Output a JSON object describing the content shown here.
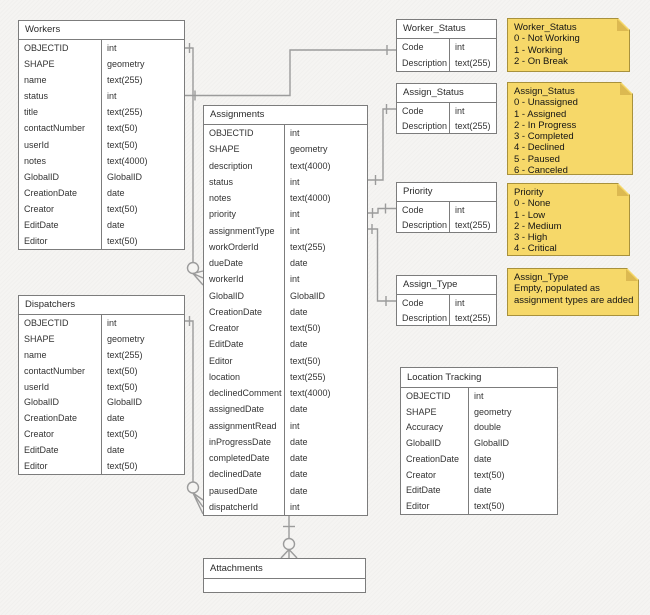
{
  "colors": {
    "background": "#f5f4f2",
    "table_fill": "#ffffff",
    "table_border": "#7c7c7c",
    "connector": "#9b9b9b",
    "note_fill": "#f6d869",
    "note_border": "#a8913c",
    "note_fold": "#dcb951"
  },
  "entities": {
    "workers": {
      "name": "Workers",
      "fields": [
        {
          "field": "OBJECTID",
          "type": "int"
        },
        {
          "field": "SHAPE",
          "type": "geometry"
        },
        {
          "field": "name",
          "type": "text(255)"
        },
        {
          "field": "status",
          "type": "int"
        },
        {
          "field": "title",
          "type": "text(255)"
        },
        {
          "field": "contactNumber",
          "type": "text(50)"
        },
        {
          "field": "userId",
          "type": "text(50)"
        },
        {
          "field": "notes",
          "type": "text(4000)"
        },
        {
          "field": "GlobalID",
          "type": "GlobalID"
        },
        {
          "field": "CreationDate",
          "type": "date"
        },
        {
          "field": "Creator",
          "type": "text(50)"
        },
        {
          "field": "EditDate",
          "type": "date"
        },
        {
          "field": "Editor",
          "type": "text(50)"
        }
      ]
    },
    "dispatchers": {
      "name": "Dispatchers",
      "fields": [
        {
          "field": "OBJECTID",
          "type": "int"
        },
        {
          "field": "SHAPE",
          "type": "geometry"
        },
        {
          "field": "name",
          "type": "text(255)"
        },
        {
          "field": "contactNumber",
          "type": "text(50)"
        },
        {
          "field": "userId",
          "type": "text(50)"
        },
        {
          "field": "GlobalID",
          "type": "GlobalID"
        },
        {
          "field": "CreationDate",
          "type": "date"
        },
        {
          "field": "Creator",
          "type": "text(50)"
        },
        {
          "field": "EditDate",
          "type": "date"
        },
        {
          "field": "Editor",
          "type": "text(50)"
        }
      ]
    },
    "assignments": {
      "name": "Assignments",
      "fields": [
        {
          "field": "OBJECTID",
          "type": "int"
        },
        {
          "field": "SHAPE",
          "type": "geometry"
        },
        {
          "field": "description",
          "type": "text(4000)"
        },
        {
          "field": "status",
          "type": "int"
        },
        {
          "field": "notes",
          "type": "text(4000)"
        },
        {
          "field": "priority",
          "type": "int"
        },
        {
          "field": "assignmentType",
          "type": "int"
        },
        {
          "field": "workOrderId",
          "type": "text(255)"
        },
        {
          "field": "dueDate",
          "type": "date"
        },
        {
          "field": "workerId",
          "type": "int"
        },
        {
          "field": "GlobalID",
          "type": "GlobalID"
        },
        {
          "field": "CreationDate",
          "type": "date"
        },
        {
          "field": "Creator",
          "type": "text(50)"
        },
        {
          "field": "EditDate",
          "type": "date"
        },
        {
          "field": "Editor",
          "type": "text(50)"
        },
        {
          "field": "location",
          "type": "text(255)"
        },
        {
          "field": "declinedComment",
          "type": "text(4000)"
        },
        {
          "field": "assignedDate",
          "type": "date"
        },
        {
          "field": "assignmentRead",
          "type": "int"
        },
        {
          "field": "inProgressDate",
          "type": "date"
        },
        {
          "field": "completedDate",
          "type": "date"
        },
        {
          "field": "declinedDate",
          "type": "date"
        },
        {
          "field": "pausedDate",
          "type": "date"
        },
        {
          "field": "dispatcherId",
          "type": "int"
        }
      ]
    },
    "worker_status": {
      "name": "Worker_Status",
      "fields": [
        {
          "field": "Code",
          "type": "int"
        },
        {
          "field": "Description",
          "type": "text(255)"
        }
      ]
    },
    "assign_status": {
      "name": "Assign_Status",
      "fields": [
        {
          "field": "Code",
          "type": "int"
        },
        {
          "field": "Description",
          "type": "text(255)"
        }
      ]
    },
    "priority": {
      "name": "Priority",
      "fields": [
        {
          "field": "Code",
          "type": "int"
        },
        {
          "field": "Description",
          "type": "text(255)"
        }
      ]
    },
    "assign_type": {
      "name": "Assign_Type",
      "fields": [
        {
          "field": "Code",
          "type": "int"
        },
        {
          "field": "Description",
          "type": "text(255)"
        }
      ]
    },
    "location_tracking": {
      "name": "Location Tracking",
      "fields": [
        {
          "field": "OBJECTID",
          "type": "int"
        },
        {
          "field": "SHAPE",
          "type": "geometry"
        },
        {
          "field": "Accuracy",
          "type": "double"
        },
        {
          "field": "GlobalID",
          "type": "GlobalID"
        },
        {
          "field": "CreationDate",
          "type": "date"
        },
        {
          "field": "Creator",
          "type": "text(50)"
        },
        {
          "field": "EditDate",
          "type": "date"
        },
        {
          "field": "Editor",
          "type": "text(50)"
        }
      ]
    },
    "attachments": {
      "name": "Attachments",
      "fields": []
    }
  },
  "notes": {
    "worker_status": {
      "lines": [
        "Worker_Status",
        "0 - Not Working",
        "1 - Working",
        "2 - On Break"
      ]
    },
    "assign_status": {
      "lines": [
        "Assign_Status",
        "0 - Unassigned",
        "1 - Assigned",
        "2 - In Progress",
        "3 - Completed",
        "4 - Declined",
        "5 - Paused",
        "6 - Canceled"
      ]
    },
    "priority": {
      "lines": [
        "Priority",
        "0 - None",
        "1 - Low",
        "2 - Medium",
        "3 - High",
        "4 - Critical"
      ]
    },
    "assign_type": {
      "lines": [
        "Assign_Type",
        "Empty, populated as",
        "assignment types are added"
      ]
    }
  }
}
